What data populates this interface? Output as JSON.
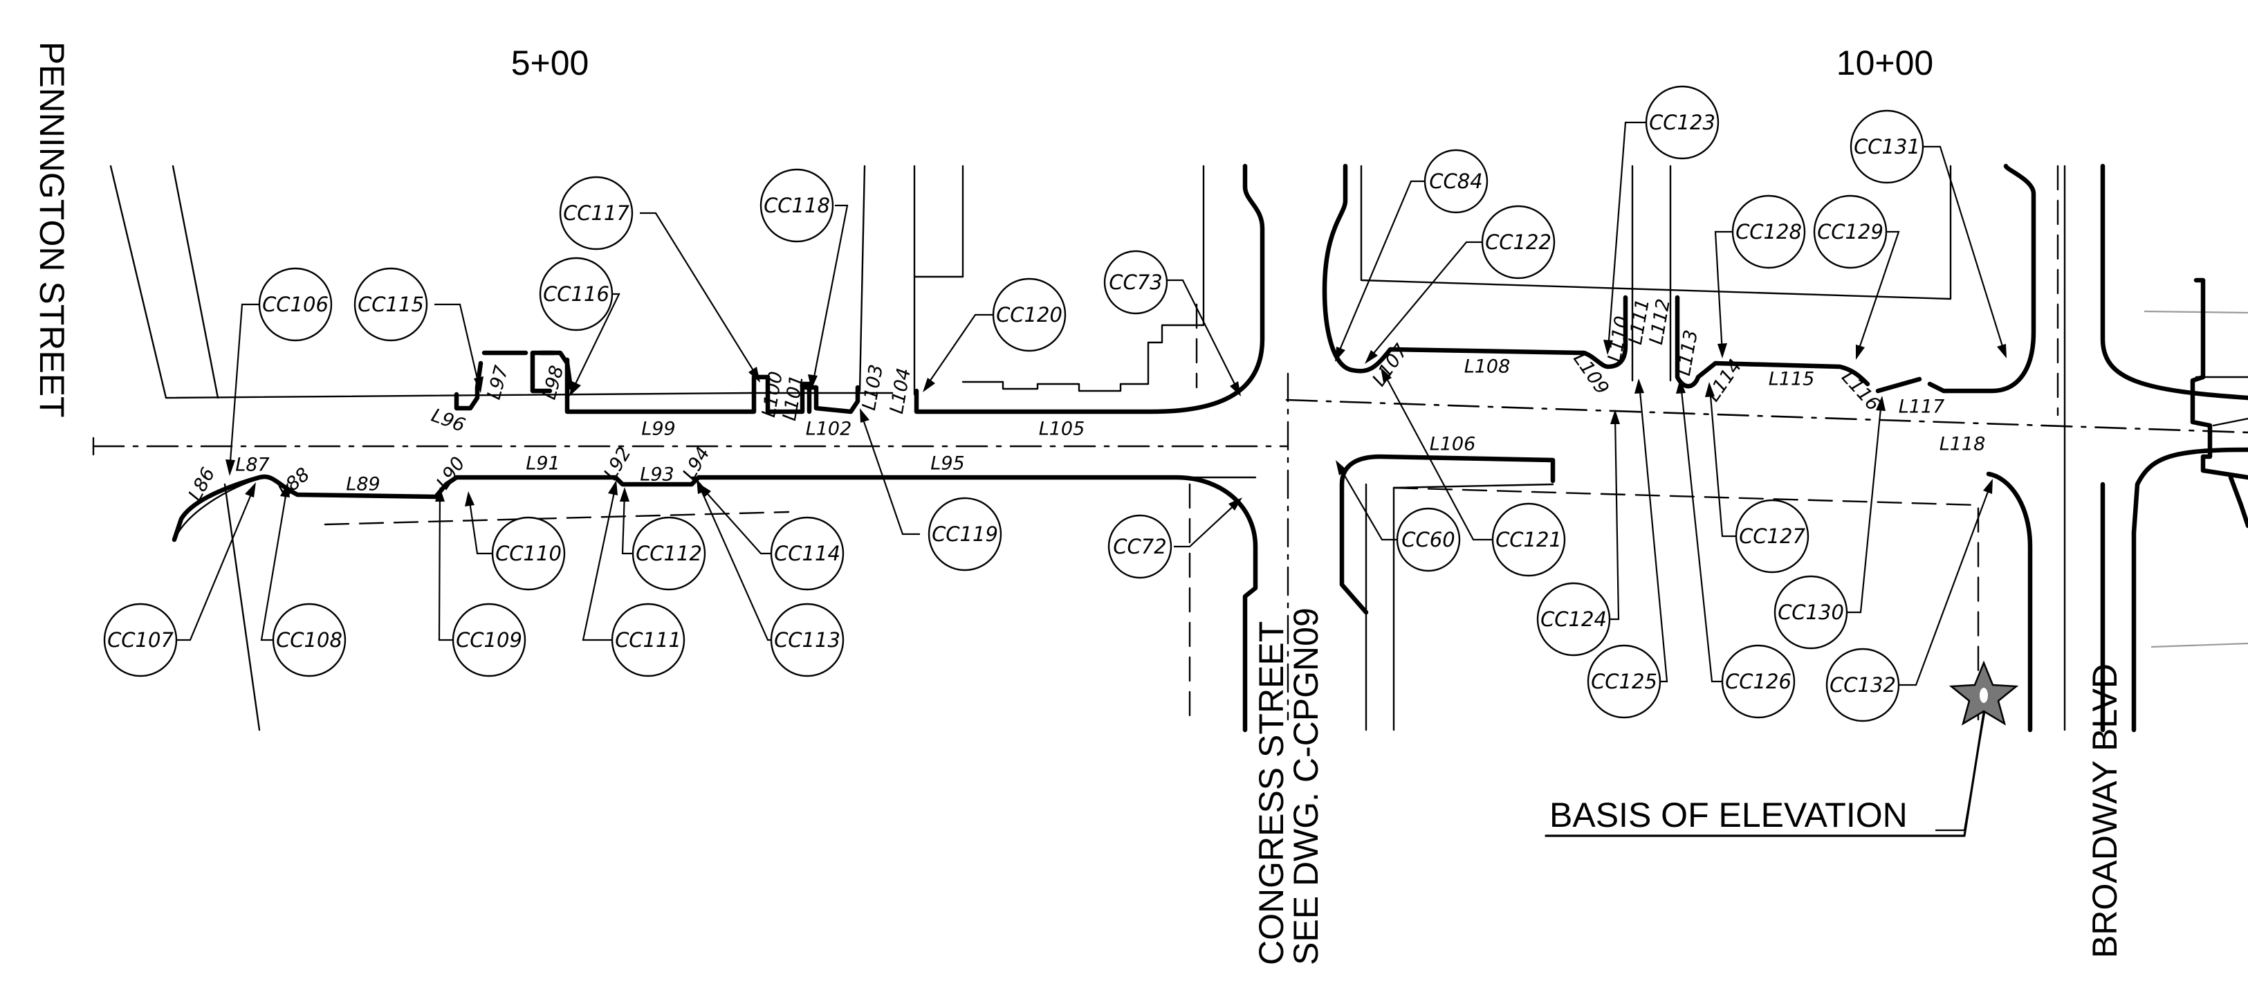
{
  "stations": [
    "5+00",
    "10+00"
  ],
  "streets": {
    "pennington": "PENNINGTON STREET",
    "congress_line1": "CONGRESS STREET",
    "congress_line2": "SEE DWG. C-CPGN09",
    "broadway": "BROADWAY BLVD"
  },
  "basis_of_elevation": "BASIS OF ELEVATION",
  "callouts": [
    "CC106",
    "CC115",
    "CC116",
    "CC117",
    "CC118",
    "CC120",
    "CC73",
    "CC84",
    "CC122",
    "CC123",
    "CC128",
    "CC129",
    "CC131",
    "CC107",
    "CC108",
    "CC109",
    "CC110",
    "CC111",
    "CC112",
    "CC113",
    "CC114",
    "CC119",
    "CC72",
    "CC60",
    "CC121",
    "CC124",
    "CC125",
    "CC126",
    "CC127",
    "CC130",
    "CC132"
  ],
  "segments": [
    "L86",
    "L87",
    "L88",
    "L89",
    "L90",
    "L91",
    "L92",
    "L93",
    "L94",
    "L95",
    "L96",
    "L97",
    "L98",
    "L99",
    "L100",
    "L101",
    "L102",
    "L103",
    "L104",
    "L105",
    "L106",
    "L107",
    "L108",
    "L109",
    "L110",
    "L111",
    "L112",
    "L113",
    "L114",
    "L115",
    "L116",
    "L117",
    "L118"
  ],
  "colors": {
    "linework": "#000000",
    "background": "#ffffff",
    "reference": "#9a9a9a",
    "benchmark": "#777777"
  },
  "icons": {
    "benchmark": "star-icon"
  }
}
